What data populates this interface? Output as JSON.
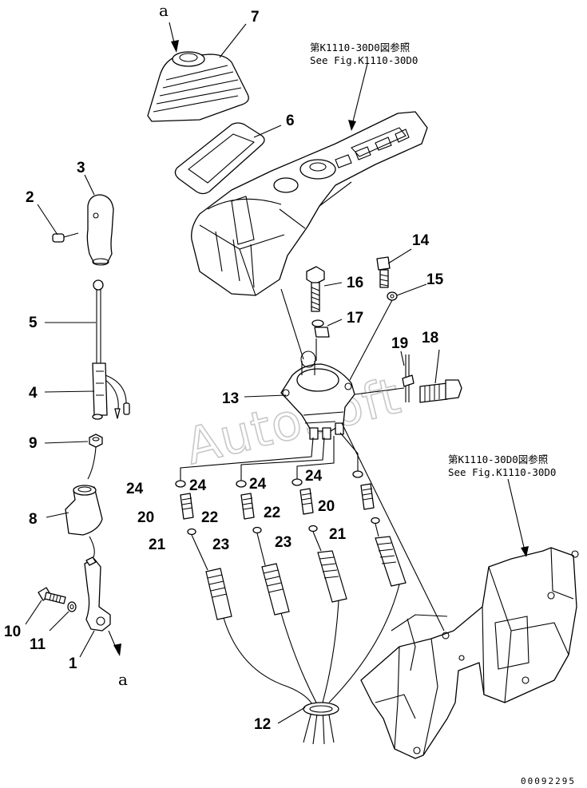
{
  "references": {
    "top": {
      "jp": "第K1110-30D0図参照",
      "en": "See Fig.K1110-30D0"
    },
    "right": {
      "jp": "第K1110-30D0図参照",
      "en": "See Fig.K1110-30D0"
    }
  },
  "view_markers": {
    "upper": "a",
    "lower": "a"
  },
  "callouts": {
    "c1": "1",
    "c2": "2",
    "c3": "3",
    "c4": "4",
    "c5": "5",
    "c6": "6",
    "c7": "7",
    "c8": "8",
    "c9": "9",
    "c10": "10",
    "c11": "11",
    "c12": "12",
    "c13": "13",
    "c14": "14",
    "c15": "15",
    "c16": "16",
    "c17": "17",
    "c18": "18",
    "c19": "19",
    "c20a": "20",
    "c20b": "20",
    "c21a": "21",
    "c21b": "21",
    "c22a": "22",
    "c22b": "22",
    "c23a": "23",
    "c23b": "23",
    "c24a": "24",
    "c24b": "24",
    "c24c": "24",
    "c24d": "24"
  },
  "watermark": "AutoSoft",
  "drawing_number": "00092295"
}
